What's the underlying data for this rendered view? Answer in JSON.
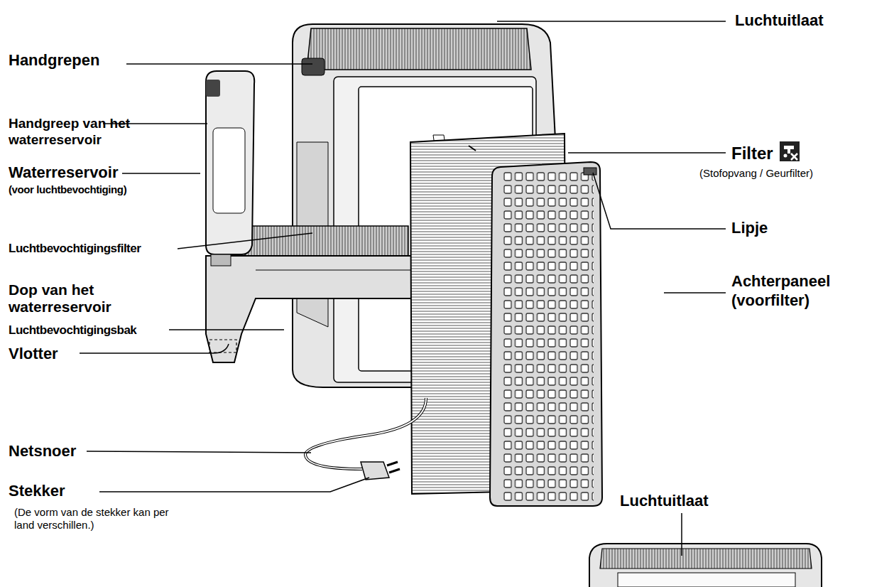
{
  "diagram": {
    "labels": [
      "Luchtuitlaat",
      "Handgrepen",
      "Handgreep van het waterreservoir",
      "Waterreservoir",
      "(voor luchtbevochtiging)",
      "Luchtbevochtigingsfilter",
      "Dop van het waterreservoir",
      "Luchtbevochtigingsbak",
      "Vlotter",
      "Netsnoer",
      "Stekker",
      "(De vorm van de stekker kan per land verschillen.)",
      "Filter",
      "(Stofopvang / Geurfilter)",
      "Lipje",
      "Achterpaneel (voorfilter)",
      "Luchtuitlaat"
    ]
  }
}
